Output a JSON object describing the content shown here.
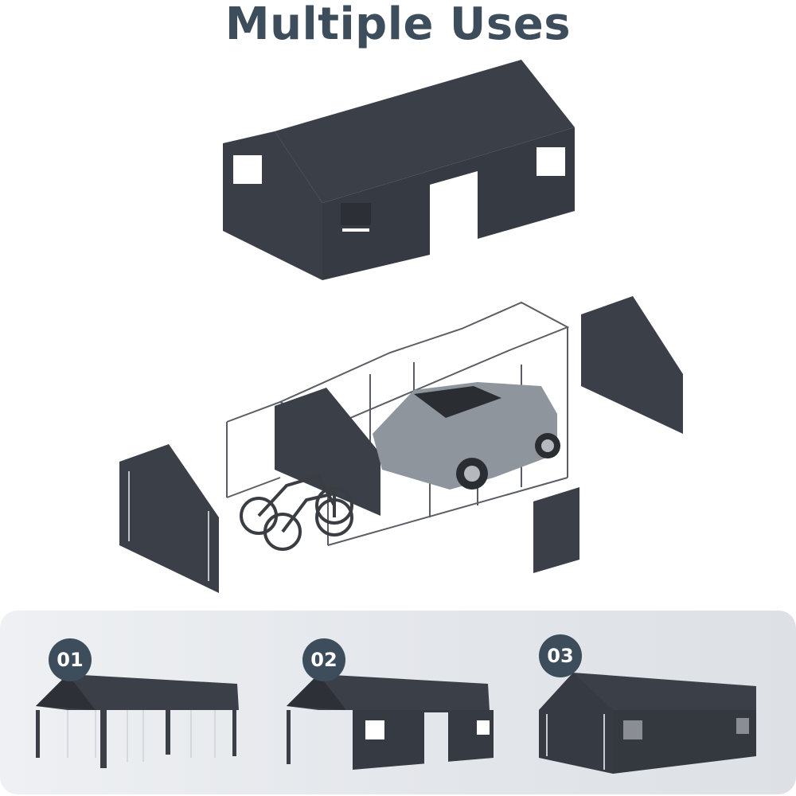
{
  "header": {
    "title": "Multiple Uses"
  },
  "colors": {
    "title_text": "#3d4d5c",
    "badge_bg": "#3d4d5c",
    "tent_fabric": "#3b3f47",
    "frame": "#6a6e74",
    "panel_bg": "#e3e6ea"
  },
  "hero": {
    "top_illustration": "tent-cover-with-windows-and-door",
    "middle_illustration": "exploded-frame-with-car-bicycles-and-side-walls"
  },
  "variants": [
    {
      "badge": "01",
      "illustration": "open-carport-canopy"
    },
    {
      "badge": "02",
      "illustration": "carport-with-side-walls-and-door"
    },
    {
      "badge": "03",
      "illustration": "fully-enclosed-garage"
    }
  ]
}
